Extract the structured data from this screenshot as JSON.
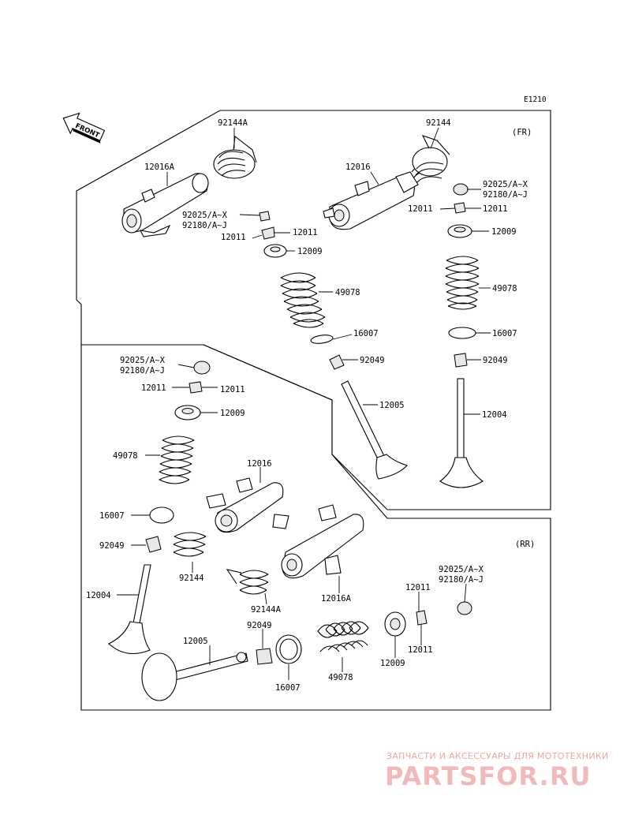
{
  "diagram_code": "E1210",
  "front_label": "FRONT",
  "sections": {
    "front": "(FR)",
    "rear": "(RR)"
  },
  "labels": {
    "fr": {
      "p92144a": "92144A",
      "p12016a": "12016A",
      "p92025_l": "92025/A~X",
      "p92180_l": "92180/A~J",
      "p12011_l1": "12011",
      "p12011_l2": "12011",
      "p12009_l": "12009",
      "p49078_l": "49078",
      "p16007_l": "16007",
      "p92049_l": "92049",
      "p12005_l": "12005",
      "p92144": "92144",
      "p12016": "12016",
      "p92025_r": "92025/A~X",
      "p92180_r": "92180/A~J",
      "p12011_r": "12011",
      "p12011_r2": "12011",
      "p12009_r": "12009",
      "p49078_r": "49078",
      "p16007_r": "16007",
      "p92049_r": "92049",
      "p12004_r": "12004"
    },
    "rr": {
      "p92025_l": "92025/A~X",
      "p92180_l": "92180/A~J",
      "p12011_l1": "12011",
      "p12011_l2": "12011",
      "p12009_l": "12009",
      "p49078_l": "49078",
      "p12016": "12016",
      "p16007_l": "16007",
      "p92049_l": "92049",
      "p92144": "92144",
      "p12004_l": "12004",
      "p92144a": "92144A",
      "p12016a": "12016A",
      "p12005": "12005",
      "p92049_b": "92049",
      "p16007_b": "16007",
      "p49078_b": "49078",
      "p12009_b": "12009",
      "p12011_b1": "12011",
      "p12011_b2": "12011",
      "p92025_r": "92025/A~X",
      "p92180_r": "92180/A~J"
    }
  },
  "watermark": {
    "tagline": "ЗАПЧАСТИ И АКСЕССУАРЫ ДЛЯ МОТОТЕХНИКИ",
    "brand": "PARTSFOR.RU"
  }
}
